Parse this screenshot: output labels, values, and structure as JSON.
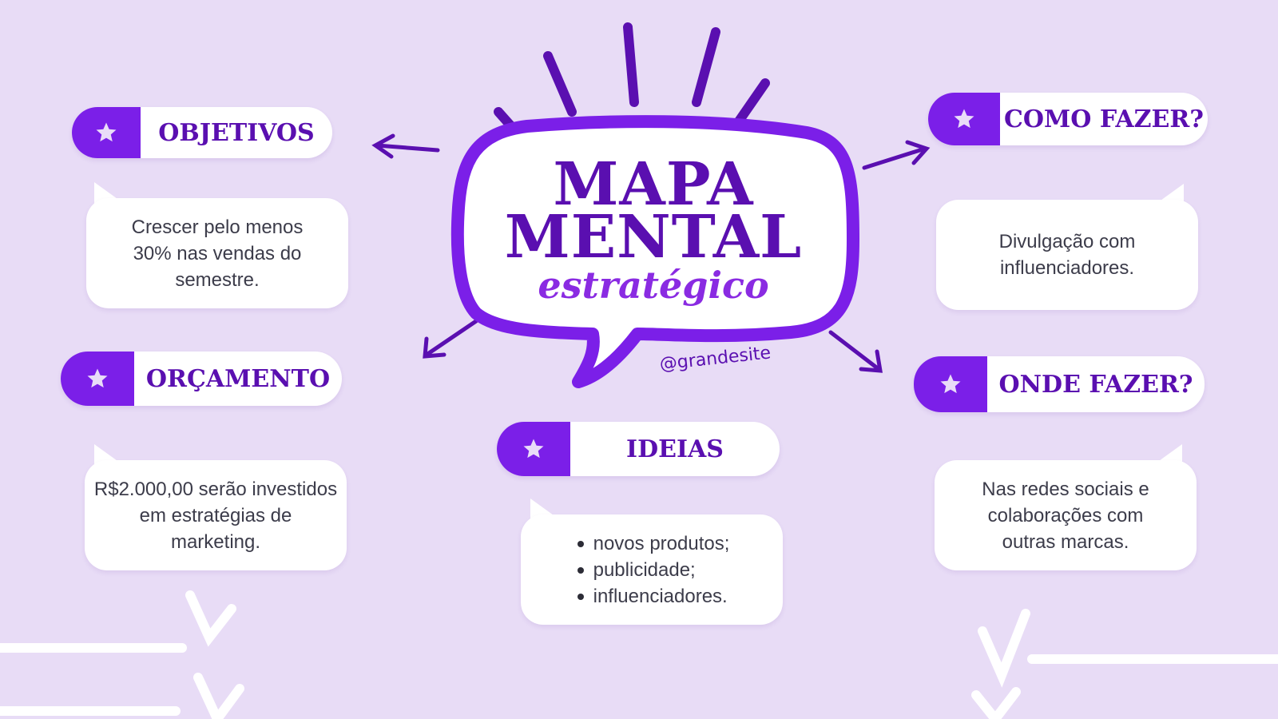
{
  "central": {
    "line1": "MAPA",
    "line2": "MENTAL",
    "line3": "estratégico",
    "handle": "@grandesite"
  },
  "nodes": {
    "objetivos": {
      "title": "OBJETIVOS",
      "body": "Crescer pelo menos 30% nas vendas do semestre."
    },
    "orcamento": {
      "title": "ORÇAMENTO",
      "body": "R$2.000,00 serão investidos em estratégias de marketing."
    },
    "ideias": {
      "title": "IDEIAS",
      "items": [
        "novos produtos;",
        "publicidade;",
        "influenciadores."
      ]
    },
    "como_fazer": {
      "title": "COMO FAZER?",
      "body": "Divulgação com influenciadores."
    },
    "onde_fazer": {
      "title": "ONDE FAZER?",
      "body": "Nas redes sociais e colaborações com outras marcas."
    }
  },
  "icons": {
    "title_icon": "star-icon"
  },
  "colors": {
    "background": "#e8dcf6",
    "accent": "#7b1fe8",
    "title_text": "#5a0fb0",
    "body_text": "#3c3c4a",
    "card": "#ffffff"
  }
}
